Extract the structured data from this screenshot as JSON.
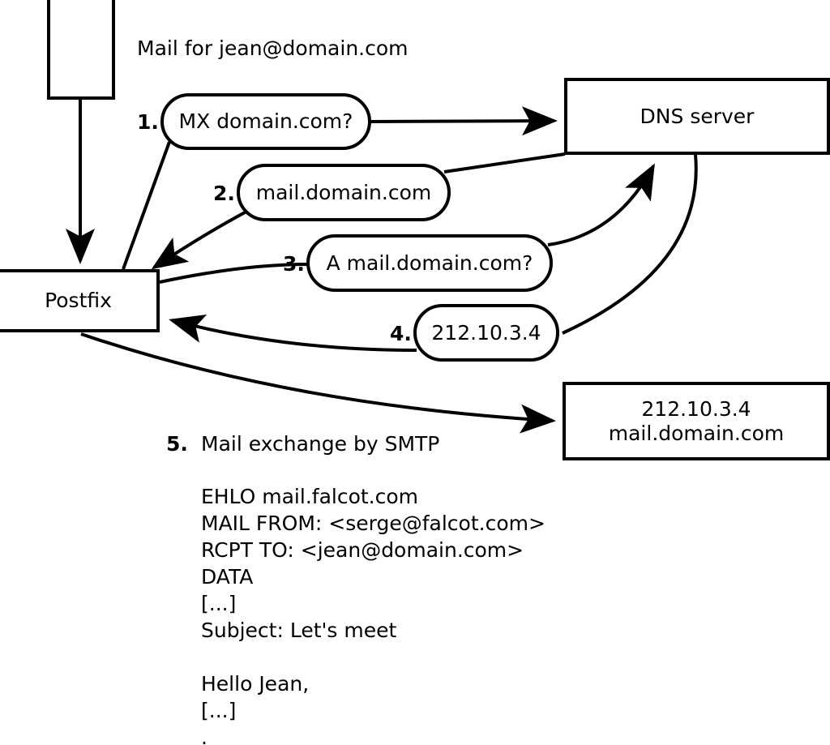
{
  "diagram": {
    "title_note": "Mail for jean@domain.com",
    "nodes": {
      "sender_box": {
        "label": ""
      },
      "postfix": {
        "label": "Postfix"
      },
      "dns_server": {
        "label": "DNS server"
      },
      "mail_server": {
        "label": "212.10.3.4\nmail.domain.com"
      }
    },
    "messages": [
      {
        "step": "1.",
        "text": "MX domain.com?"
      },
      {
        "step": "2.",
        "text": "mail.domain.com"
      },
      {
        "step": "3.",
        "text": "A mail.domain.com?"
      },
      {
        "step": "4.",
        "text": "212.10.3.4"
      }
    ],
    "step5": {
      "number": "5.",
      "text": "Mail exchange by SMTP"
    },
    "smtp_transcript": "EHLO mail.falcot.com\nMAIL FROM: <serge@falcot.com>\nRCPT TO: <jean@domain.com>\nDATA\n[...]\nSubject: Let's meet\n\nHello Jean,\n[...]\n.",
    "colors": {
      "stroke": "#000000",
      "fill": "#ffffff",
      "text": "#000000"
    }
  }
}
